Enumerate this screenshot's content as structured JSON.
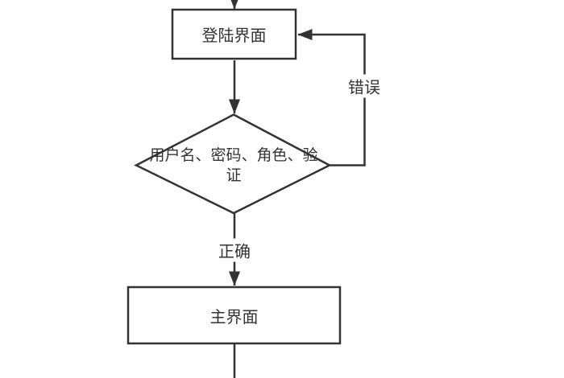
{
  "diagram": {
    "type": "flowchart",
    "colors": {
      "stroke": "#333333",
      "text": "#333333",
      "background": "#ffffff",
      "node_fill": "#ffffff"
    },
    "nodes": [
      {
        "id": "login",
        "type": "process",
        "label": "登陆界面"
      },
      {
        "id": "validate",
        "type": "decision",
        "label": "用户名、密码、角色、验证"
      },
      {
        "id": "main",
        "type": "process",
        "label": "主界面"
      }
    ],
    "edges": [
      {
        "from": "start",
        "to": "login"
      },
      {
        "from": "login",
        "to": "validate"
      },
      {
        "from": "validate",
        "to": "login",
        "label": "错误"
      },
      {
        "from": "validate",
        "to": "main",
        "label": "正确"
      },
      {
        "from": "main",
        "to": "end"
      }
    ]
  }
}
